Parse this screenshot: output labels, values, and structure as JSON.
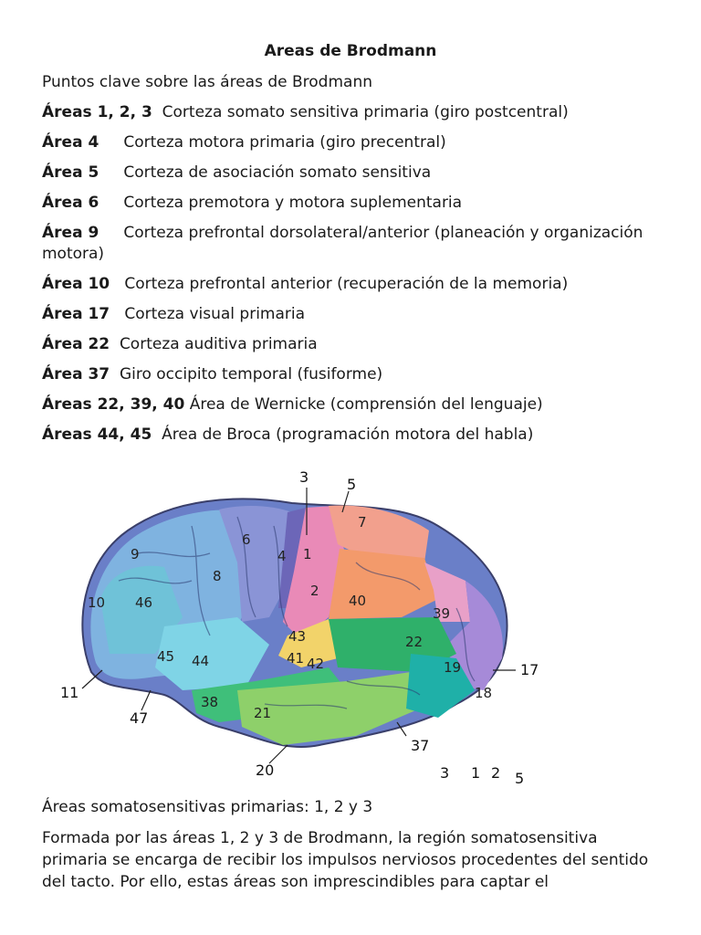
{
  "title": "Areas de Brodmann",
  "intro": "Puntos clave sobre las áreas de Brodmann",
  "areas": [
    {
      "label": "Áreas 1, 2, 3",
      "desc": "Corteza somato sensitiva primaria (giro postcentral)"
    },
    {
      "label": "Área 4",
      "desc": "Corteza motora primaria (giro precentral)"
    },
    {
      "label": "Área 5",
      "desc": "Corteza de asociación somato sensitiva"
    },
    {
      "label": "Área 6",
      "desc": "Corteza premotora y motora suplementaria"
    },
    {
      "label": "Área 9",
      "desc": "Corteza prefrontal dorsolateral/anterior (planeación y organización motora)"
    },
    {
      "label": "Área 10",
      "desc": "Corteza prefrontal anterior (recuperación de la memoria)"
    },
    {
      "label": "Área 17",
      "desc": "Corteza visual primaria"
    },
    {
      "label": "Área 22",
      "desc": "Corteza auditiva primaria"
    },
    {
      "label": "Área 37",
      "desc": "Giro occipito temporal (fusiforme)"
    },
    {
      "label": "Áreas 22, 39, 40",
      "desc": "Área de Wernicke (comprensión del lenguaje)"
    },
    {
      "label": "Áreas 44, 45",
      "desc": "Área de Broca (programación motora del habla)"
    }
  ],
  "figure": {
    "region_labels": [
      "3",
      "5",
      "7",
      "6",
      "9",
      "4",
      "1",
      "8",
      "2",
      "40",
      "10",
      "46",
      "39",
      "43",
      "22",
      "45",
      "44",
      "41",
      "42",
      "19",
      "18",
      "38",
      "21"
    ],
    "external_labels": [
      "11",
      "47",
      "17",
      "37",
      "20",
      "3",
      "1",
      "2",
      "5"
    ]
  },
  "bottom": {
    "heading": "Áreas somatosensitivas primarias: 1, 2 y 3",
    "paragraph": "Formada por las áreas 1, 2 y 3 de Brodmann, la región somatosensitiva primaria se encarga de recibir los impulsos nerviosos procedentes del sentido del tacto. Por ello, estas áreas son imprescindibles para captar el"
  }
}
